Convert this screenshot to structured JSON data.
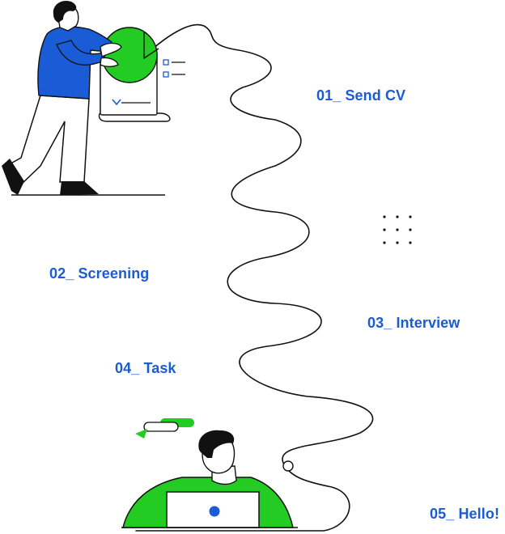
{
  "steps": [
    {
      "number": "01_",
      "label": "Send CV"
    },
    {
      "number": "02_",
      "label": "Screening"
    },
    {
      "number": "03_",
      "label": "Interview"
    },
    {
      "number": "04_",
      "label": "Task"
    },
    {
      "number": "05_",
      "label": "Hello!"
    }
  ],
  "colors": {
    "accent_blue": "#1a5bd6",
    "accent_green": "#22cc22",
    "line": "#111111"
  },
  "illustrations": [
    "person-with-document-illustration",
    "person-at-laptop-illustration",
    "dot-grid-decoration"
  ]
}
